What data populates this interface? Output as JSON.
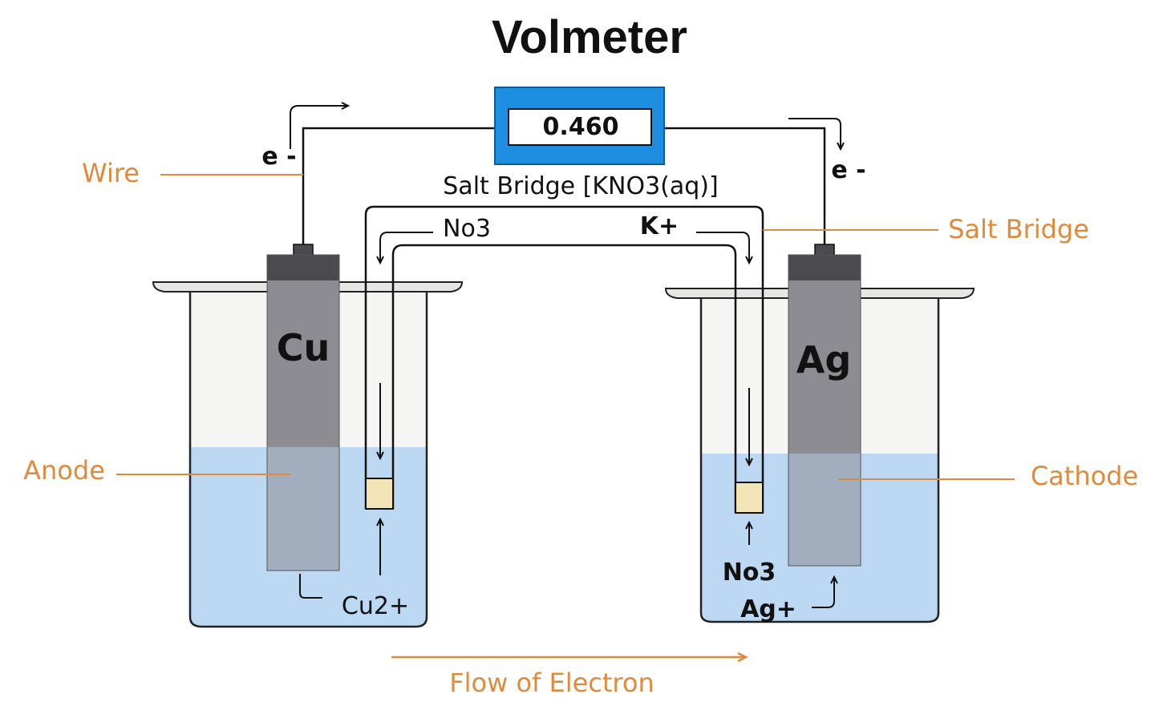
{
  "title": "Volmeter",
  "voltmeter": {
    "reading": "0.460"
  },
  "salt_bridge_formula": "Salt Bridge [KNO3(aq)]",
  "electrodes": {
    "anode_metal": "Cu",
    "cathode_metal": "Ag"
  },
  "ions": {
    "top_left": "No3",
    "top_right": "K+",
    "anode_ion": "Cu2+",
    "cathode_nitrate": "No3",
    "cathode_ion": "Ag+"
  },
  "electron_labels": {
    "left": "e -",
    "right": "e -"
  },
  "callouts": {
    "wire": "Wire",
    "salt_bridge": "Salt Bridge",
    "anode": "Anode",
    "cathode": "Cathode",
    "flow": "Flow of Electron"
  },
  "colors": {
    "voltmeter_frame": "#1e8fe0",
    "solution": "#bcd8f2",
    "electrode": "#8d8c92",
    "electrode_top": "#4b4b4f",
    "callout_text": "#e08a3c",
    "plug": "#f2e4b6"
  }
}
